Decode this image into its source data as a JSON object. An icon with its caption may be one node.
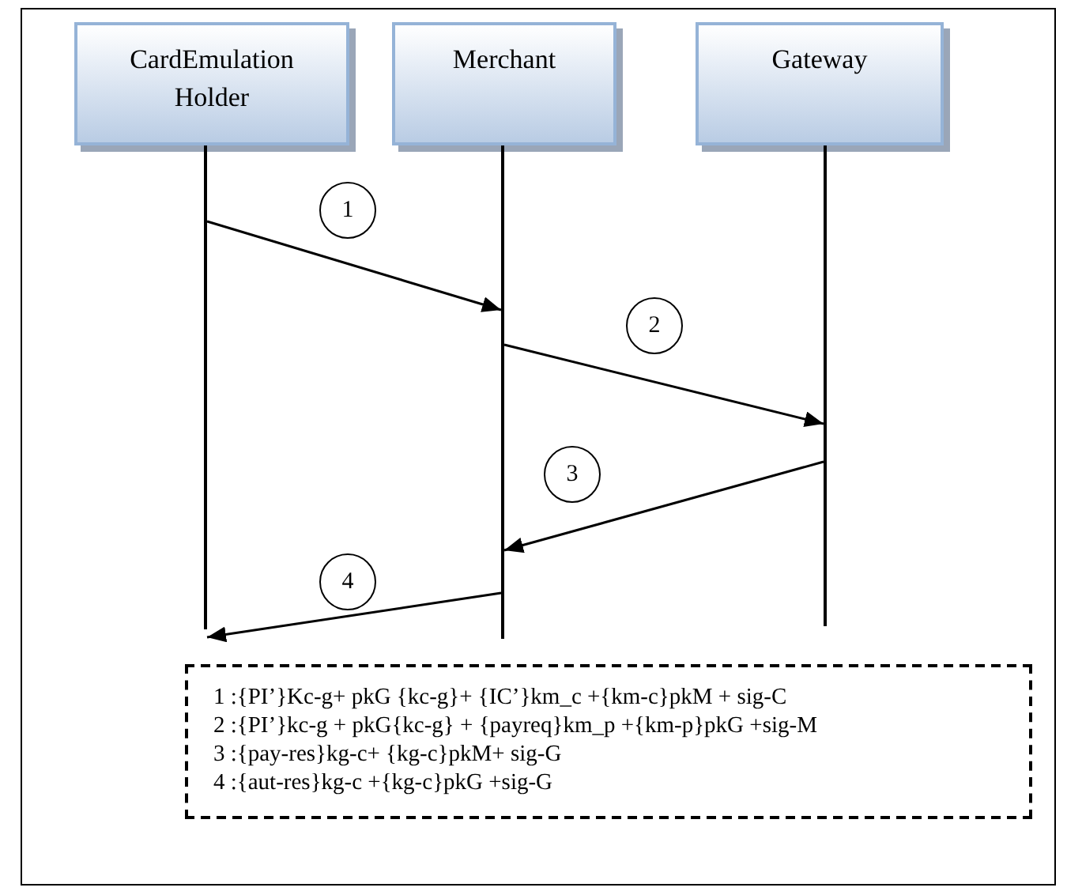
{
  "diagram": {
    "nodes": [
      {
        "text": [
          "CardEmulation Holder"
        ]
      },
      {
        "text": [
          "Merchant"
        ]
      },
      {
        "text": [
          "Gateway"
        ]
      },
      {
        "text": [],
        "shape": "line"
      },
      {
        "text": [],
        "shape": "line"
      },
      {
        "text": [],
        "shape": "line"
      },
      {
        "text": [
          "1 :{PI’}Kc-g+ pkG {kc-g}+ {IC’}km_c +{km-c}pkM + sig-C",
          "2 :{PI’}kc-g + pkG{kc-g} + {payreq}km_p +{km-p}pkG +sig-M",
          "3 :{pay-res}kg-c+ {kg-c}pkM+ sig-G",
          "4 :{aut-res}kg-c +{kg-c}pkG +sig-G"
        ]
      }
    ],
    "edges": [
      {
        "from": 3,
        "to": 4,
        "arrow": "to",
        "label": "1"
      },
      {
        "from": 4,
        "to": 5,
        "arrow": "to",
        "label": "2"
      },
      {
        "from": 5,
        "to": 4,
        "arrow": "to",
        "label": "3"
      },
      {
        "from": 4,
        "to": 3,
        "arrow": "to",
        "label": "4"
      }
    ]
  }
}
